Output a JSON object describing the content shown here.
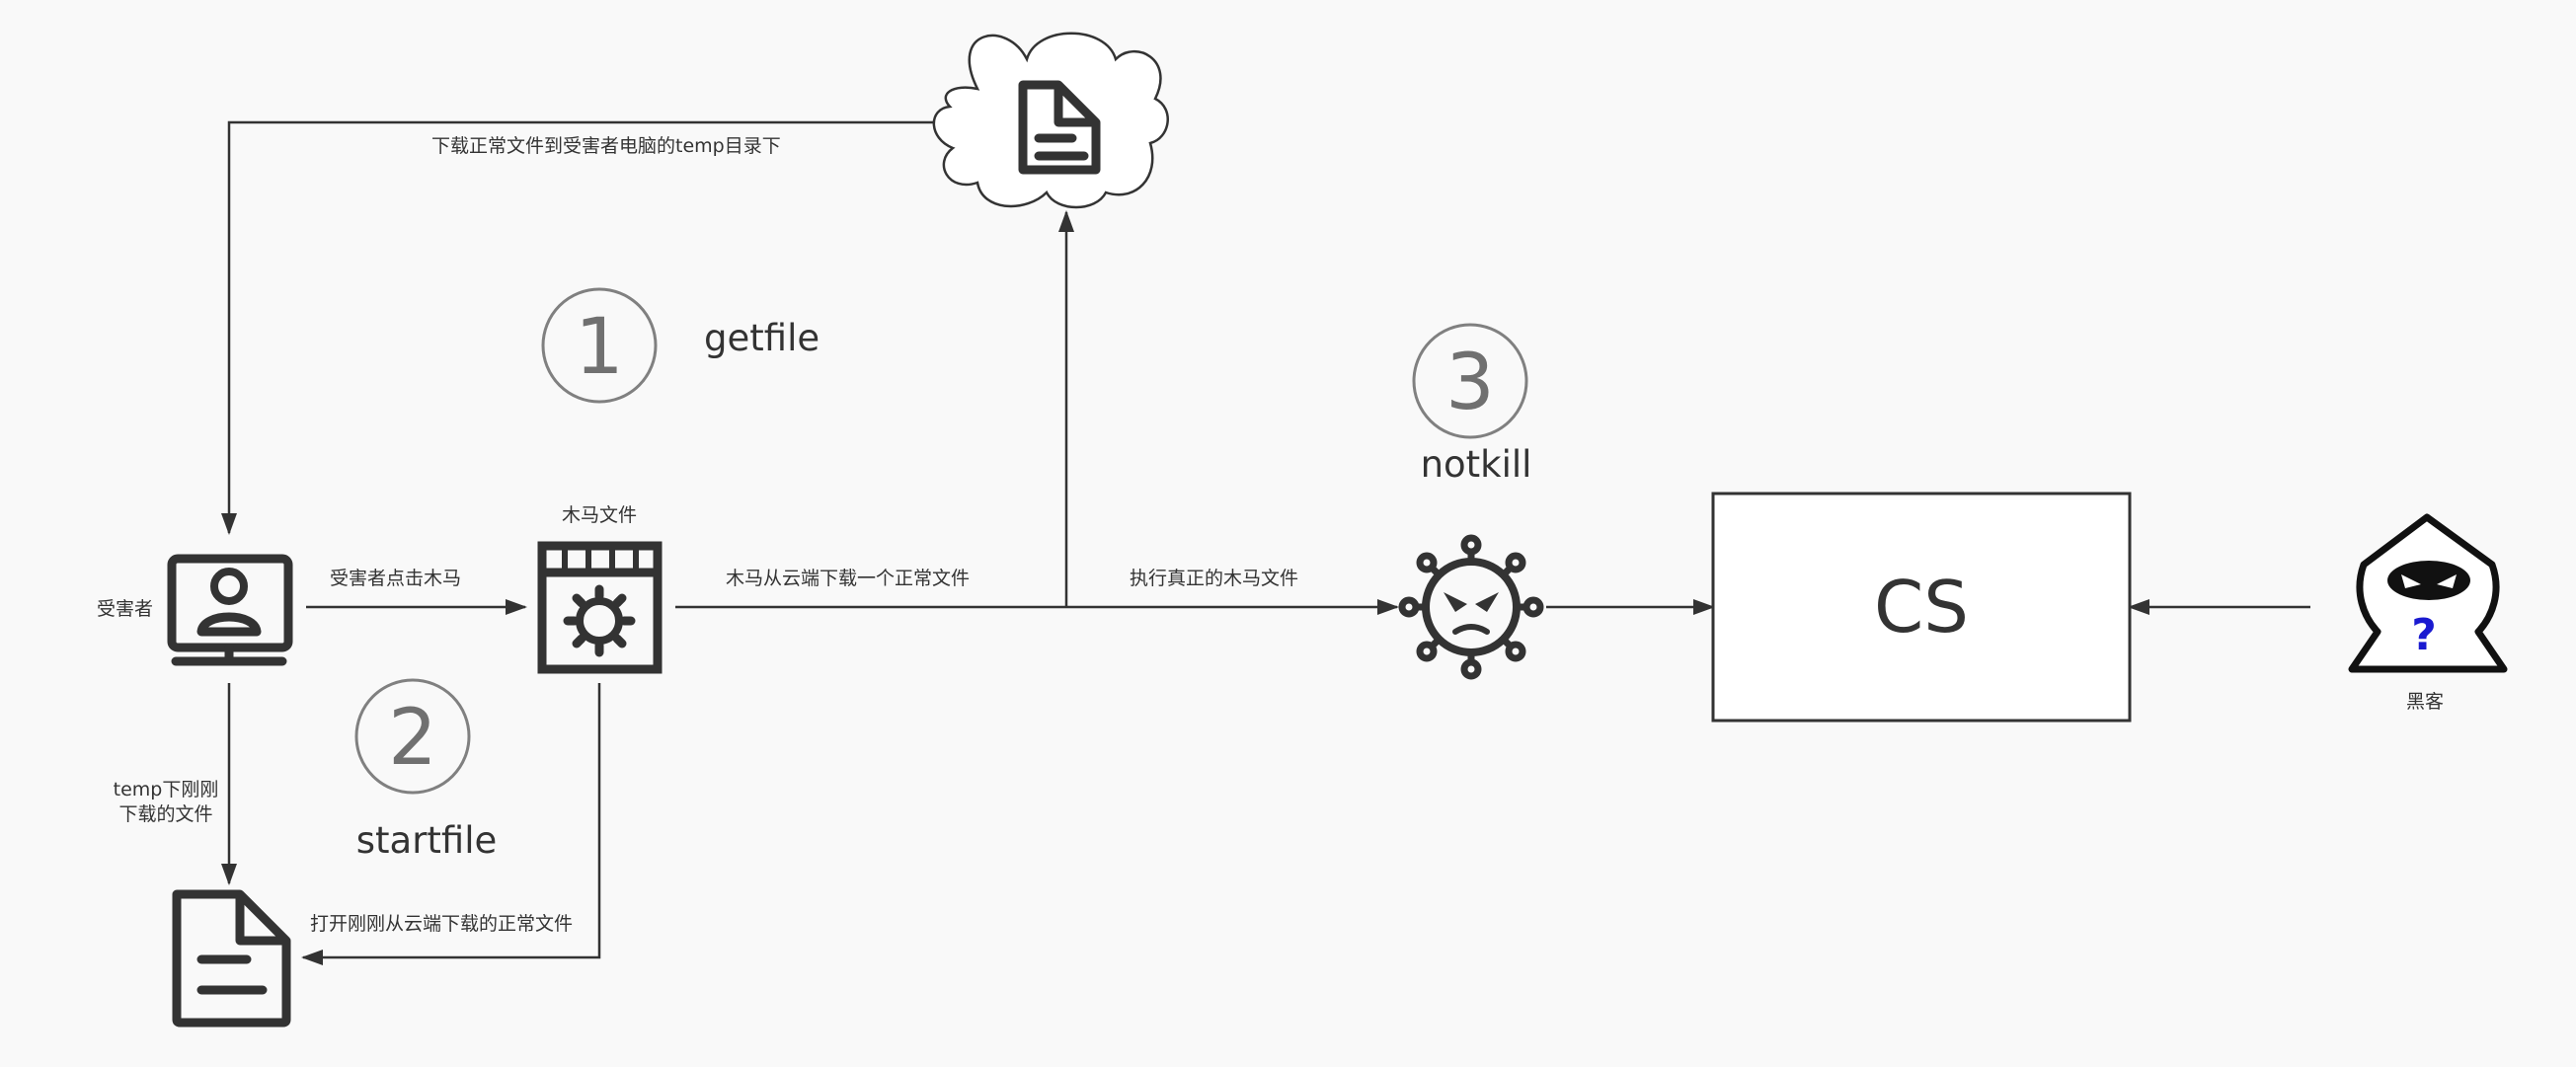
{
  "diagram": {
    "nodes": {
      "victim": {
        "label": "受害者",
        "icon": "monitor-user-icon"
      },
      "trojan": {
        "label": "木马文件",
        "icon": "gear-window-icon"
      },
      "cloud": {
        "label": "",
        "icon": "cloud-document-icon"
      },
      "virus": {
        "label": "",
        "icon": "virus-icon"
      },
      "cs": {
        "label": "CS"
      },
      "hacker": {
        "label": "黑客",
        "icon": "hooded-hacker-icon",
        "mark": "?"
      },
      "temp_file": {
        "label": "",
        "icon": "document-icon"
      }
    },
    "steps": [
      {
        "number": "1",
        "label": "getfile"
      },
      {
        "number": "2",
        "label": "startfile"
      },
      {
        "number": "3",
        "label": "notkill"
      }
    ],
    "edges": {
      "cloud_to_victim": "下载正常文件到受害者电脑的temp目录下",
      "victim_to_trojan": "受害者点击木马",
      "trojan_to_cloud": "木马从云端下载一个正常文件",
      "trojan_to_virus": "执行真正的木马文件",
      "victim_to_file_line1": "temp下刚刚",
      "victim_to_file_line2": "下载的文件",
      "trojan_to_file": "打开刚刚从云端下载的正常文件"
    },
    "colors": {
      "stroke": "#333333",
      "background": "#f9f9f9",
      "step_circle": "#707070",
      "hacker_mark": "#1a1ad0"
    }
  }
}
